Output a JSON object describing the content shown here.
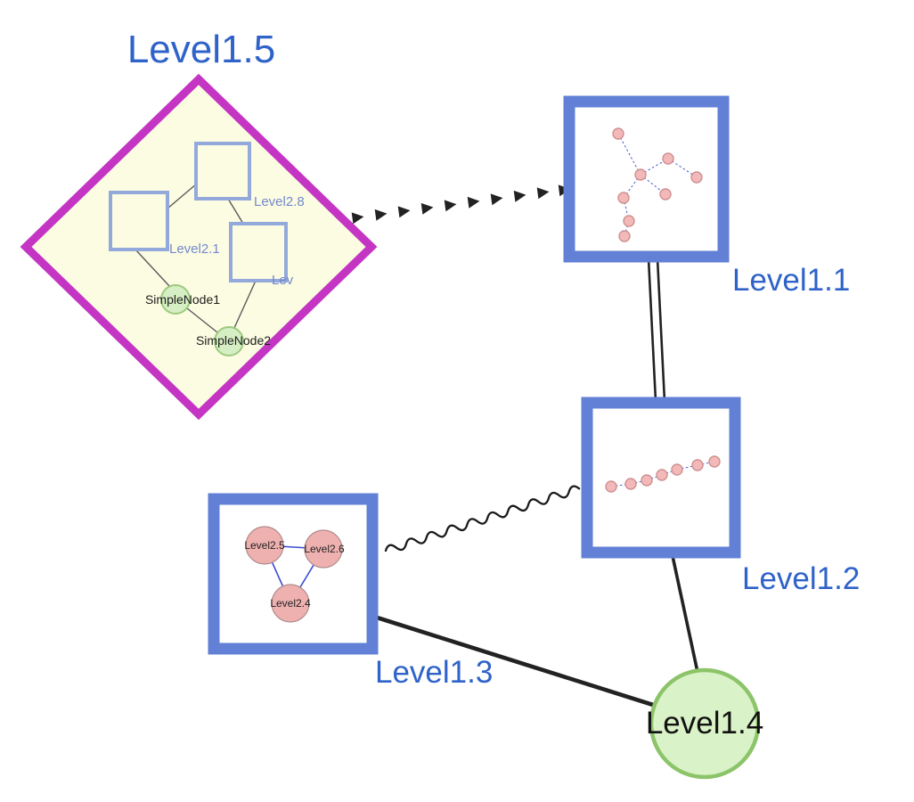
{
  "nodes": {
    "level15": {
      "label": "Level1.5",
      "shape": "diamond",
      "border_color": "#c435c4",
      "fill_color": "#fcfce2"
    },
    "level11": {
      "label": "Level1.1",
      "shape": "square",
      "border_color": "#6180d6",
      "fill_color": "#ffffff"
    },
    "level12": {
      "label": "Level1.2",
      "shape": "square",
      "border_color": "#6180d6",
      "fill_color": "#ffffff"
    },
    "level13": {
      "label": "Level1.3",
      "shape": "square",
      "border_color": "#6180d6",
      "fill_color": "#ffffff"
    },
    "level14": {
      "label": "Level1.4",
      "shape": "circle",
      "border_color": "#8cc46a",
      "fill_color": "#daf2c7"
    },
    "level28": {
      "label": "Level2.8",
      "shape": "square"
    },
    "level21": {
      "label": "Level2.1",
      "shape": "square"
    },
    "lev": {
      "label": "Lev",
      "shape": "square"
    },
    "simplenode1": {
      "label": "SimpleNode1",
      "shape": "circle"
    },
    "simplenode2": {
      "label": "SimpleNode2",
      "shape": "circle"
    },
    "level25": {
      "label": "Level2.5",
      "shape": "circle"
    },
    "level26": {
      "label": "Level2.6",
      "shape": "circle"
    },
    "level24": {
      "label": "Level2.4",
      "shape": "circle"
    }
  },
  "edges": [
    {
      "from": "Level1.5",
      "to": "Level1.1",
      "style": "thick-dashed-arrow"
    },
    {
      "from": "Level1.1",
      "to": "Level1.2",
      "style": "double-line"
    },
    {
      "from": "Level1.3",
      "to": "Level1.2",
      "style": "wavy"
    },
    {
      "from": "Level1.3",
      "to": "Level1.4",
      "style": "solid"
    },
    {
      "from": "Level1.2",
      "to": "Level1.4",
      "style": "solid"
    },
    {
      "from": "Level2.1",
      "to": "Level2.8",
      "style": "solid-thin"
    },
    {
      "from": "Level2.8",
      "to": "Lev",
      "style": "solid-thin"
    },
    {
      "from": "Level2.1",
      "to": "SimpleNode1",
      "style": "solid-thin"
    },
    {
      "from": "Lev",
      "to": "SimpleNode2",
      "style": "solid-thin"
    },
    {
      "from": "SimpleNode1",
      "to": "SimpleNode2",
      "style": "solid-thin"
    },
    {
      "from": "Level2.5",
      "to": "Level2.6",
      "style": "blue-thin"
    },
    {
      "from": "Level2.5",
      "to": "Level2.4",
      "style": "blue-thin"
    },
    {
      "from": "Level2.6",
      "to": "Level2.4",
      "style": "blue-thin"
    }
  ],
  "colors": {
    "label_blue": "#2f63c9",
    "label_sub_blue": "#7489ce",
    "diamond_border": "#c435c4",
    "diamond_fill": "#fcfce2",
    "square_border": "#6180d6",
    "inner_square_border": "#93a9db",
    "green_fill": "#d6eec3",
    "green_border": "#9ccb7e",
    "pink_fill": "#f3b8b8",
    "pink_border": "#cf9090",
    "mini_edge_blue": "#4a5ad0",
    "edge_black": "#222222"
  }
}
